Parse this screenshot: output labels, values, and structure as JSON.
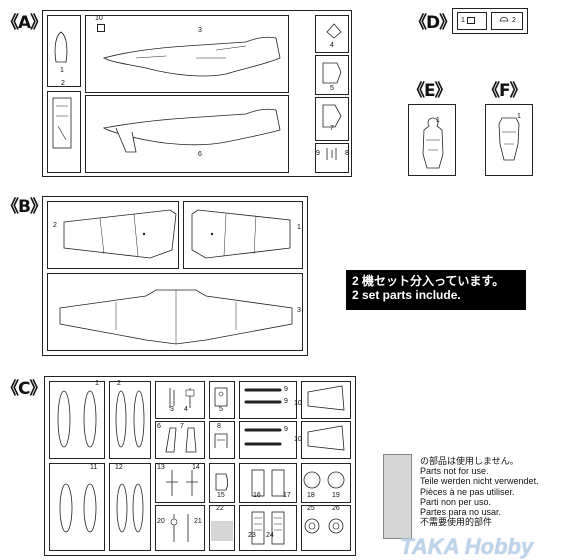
{
  "groups": {
    "A": {
      "label": "《A》",
      "numbers": [
        "1",
        "2",
        "3",
        "4",
        "5",
        "6",
        "7",
        "8",
        "9",
        "10"
      ]
    },
    "B": {
      "label": "《B》",
      "numbers": [
        "1",
        "2",
        "3"
      ]
    },
    "C": {
      "label": "《C》",
      "numbers": [
        "1",
        "2",
        "3",
        "4",
        "5",
        "6",
        "7",
        "8",
        "9",
        "9",
        "9",
        "10",
        "10",
        "11",
        "12",
        "13",
        "14",
        "15",
        "16",
        "17",
        "18",
        "19",
        "20",
        "21",
        "22",
        "23",
        "24",
        "25",
        "26"
      ]
    },
    "D": {
      "label": "《D》",
      "numbers": [
        "1",
        "2"
      ]
    },
    "E": {
      "label": "《E》",
      "numbers": [
        "1"
      ]
    },
    "F": {
      "label": "《F》",
      "numbers": [
        "1"
      ]
    }
  },
  "notice": {
    "line1": "2 機セット分入っています。",
    "line2": "2 set parts include."
  },
  "legend": {
    "lines": [
      "の部品は使用しません。",
      "Parts not for use.",
      "Teile werden nicht verwendet.",
      "Pièces à ne pas utiliser.",
      "Parti non per uso.",
      "Partes para no usar.",
      "不需要使用的部件"
    ],
    "swatch_color": "#d6d6d6"
  },
  "watermark": "TAKA Hobby"
}
